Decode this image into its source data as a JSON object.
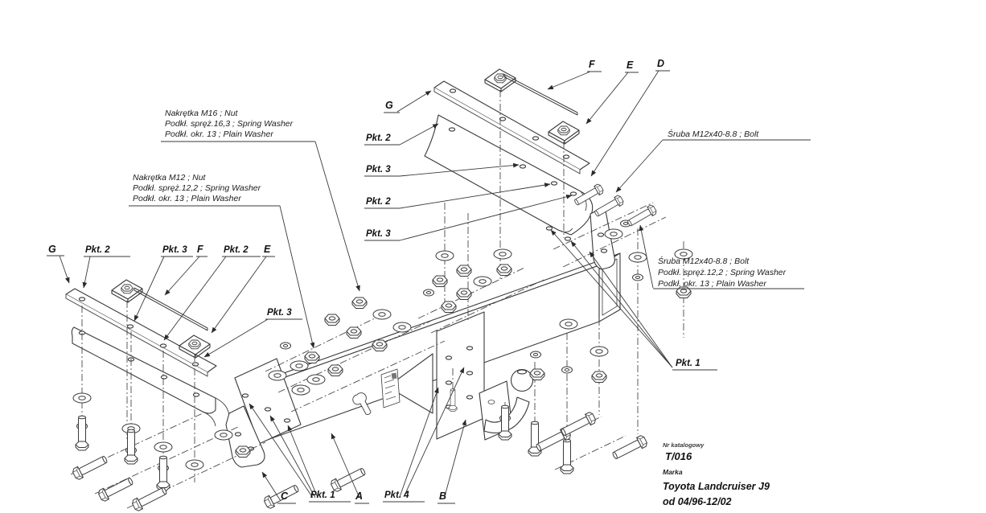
{
  "colors": {
    "line": "#3a3a3a",
    "text": "#1c1c1c",
    "background": "#ffffff"
  },
  "callouts": {
    "nut_m16": {
      "l1": "Nakrętka  M16 ; Nut",
      "l2": "Podkł. spręż.16,3 ; Spring Washer",
      "l3": "Podkł. okr. 13 ; Plain Washer"
    },
    "nut_m12": {
      "l1": "Nakrętka  M12 ; Nut",
      "l2": "Podkł. spręż.12,2 ; Spring Washer",
      "l3": "Podkł. okr. 13 ; Plain Washer"
    },
    "bolt_single": {
      "l1": "Śruba M12x40-8.8 ;  Bolt"
    },
    "bolt_set": {
      "l1": "Śruba M12x40-8.8 ;  Bolt",
      "l2": "Podkł. spręż.12,2 ; Spring Washer",
      "l3": "Podkł. okr. 13 ; Plain Washer"
    }
  },
  "points": {
    "p1": "Pkt. 1",
    "p2": "Pkt. 2",
    "p3": "Pkt. 3",
    "p4": "Pkt. 4"
  },
  "parts": {
    "a": "A",
    "b": "B",
    "c": "C",
    "d": "D",
    "e": "E",
    "f": "F",
    "g": "G"
  },
  "title_block": {
    "catalog_label": "Nr katalogowy",
    "catalog_no": "T/016",
    "brand_label": "Marka",
    "model": "Toyota Landcruiser J9",
    "dates": "od  04/96-12/02"
  }
}
